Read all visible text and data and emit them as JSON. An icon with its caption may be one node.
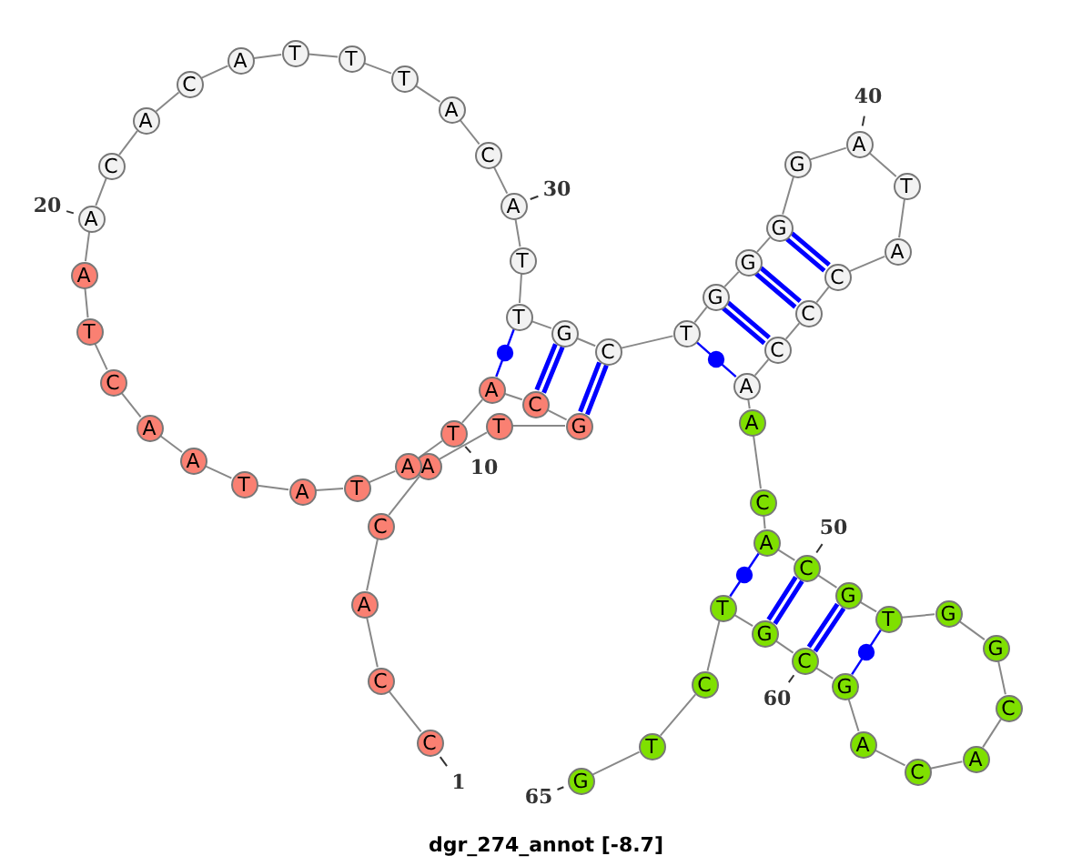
{
  "diagram": {
    "title": "dgr_274_annot [-8.7]",
    "nodes": [
      {
        "text": [
          "C"
        ],
        "beside": [
          "1"
        ]
      },
      {
        "text": [
          "C"
        ]
      },
      {
        "text": [
          "A"
        ]
      },
      {
        "text": [
          "C"
        ]
      },
      {
        "text": [
          "A"
        ]
      },
      {
        "text": [
          "T"
        ]
      },
      {
        "text": [
          "G"
        ]
      },
      {
        "text": [
          "C"
        ]
      },
      {
        "text": [
          "A"
        ]
      },
      {
        "text": [
          "T"
        ],
        "beside": [
          "10"
        ]
      },
      {
        "text": [
          "A"
        ]
      },
      {
        "text": [
          "T"
        ]
      },
      {
        "text": [
          "A"
        ]
      },
      {
        "text": [
          "T"
        ]
      },
      {
        "text": [
          "A"
        ]
      },
      {
        "text": [
          "A"
        ]
      },
      {
        "text": [
          "C"
        ]
      },
      {
        "text": [
          "T"
        ]
      },
      {
        "text": [
          "A"
        ]
      },
      {
        "text": [
          "A"
        ],
        "beside": [
          "20"
        ]
      },
      {
        "text": [
          "C"
        ]
      },
      {
        "text": [
          "A"
        ]
      },
      {
        "text": [
          "C"
        ]
      },
      {
        "text": [
          "A"
        ]
      },
      {
        "text": [
          "T"
        ]
      },
      {
        "text": [
          "T"
        ]
      },
      {
        "text": [
          "T"
        ]
      },
      {
        "text": [
          "A"
        ]
      },
      {
        "text": [
          "C"
        ]
      },
      {
        "text": [
          "A"
        ],
        "beside": [
          "30"
        ]
      },
      {
        "text": [
          "T"
        ]
      },
      {
        "text": [
          "T"
        ]
      },
      {
        "text": [
          "G"
        ]
      },
      {
        "text": [
          "C"
        ]
      },
      {
        "text": [
          "T"
        ]
      },
      {
        "text": [
          "G"
        ]
      },
      {
        "text": [
          "G"
        ]
      },
      {
        "text": [
          "G"
        ]
      },
      {
        "text": [
          "G"
        ]
      },
      {
        "text": [
          "A"
        ],
        "beside": [
          "40"
        ]
      },
      {
        "text": [
          "T"
        ]
      },
      {
        "text": [
          "A"
        ]
      },
      {
        "text": [
          "C"
        ]
      },
      {
        "text": [
          "C"
        ]
      },
      {
        "text": [
          "C"
        ]
      },
      {
        "text": [
          "A"
        ]
      },
      {
        "text": [
          "A"
        ]
      },
      {
        "text": [
          "C"
        ]
      },
      {
        "text": [
          "A"
        ]
      },
      {
        "text": [
          "C"
        ],
        "beside": [
          "50"
        ]
      },
      {
        "text": [
          "G"
        ]
      },
      {
        "text": [
          "T"
        ]
      },
      {
        "text": [
          "G"
        ]
      },
      {
        "text": [
          "G"
        ]
      },
      {
        "text": [
          "C"
        ]
      },
      {
        "text": [
          "A"
        ]
      },
      {
        "text": [
          "C"
        ]
      },
      {
        "text": [
          "A"
        ]
      },
      {
        "text": [
          "G"
        ]
      },
      {
        "text": [
          "C"
        ],
        "beside": [
          "60"
        ]
      },
      {
        "text": [
          "G"
        ]
      },
      {
        "text": [
          "T"
        ]
      },
      {
        "text": [
          "C"
        ]
      },
      {
        "text": [
          "T"
        ]
      },
      {
        "text": [
          "G"
        ],
        "beside": [
          "65"
        ]
      }
    ],
    "edges": [
      {
        "from": 0,
        "to": 1,
        "arrow": "none"
      },
      {
        "from": 1,
        "to": 2,
        "arrow": "none"
      },
      {
        "from": 2,
        "to": 3,
        "arrow": "none"
      },
      {
        "from": 3,
        "to": 4,
        "arrow": "none"
      },
      {
        "from": 4,
        "to": 5,
        "arrow": "none"
      },
      {
        "from": 5,
        "to": 6,
        "arrow": "none"
      },
      {
        "from": 6,
        "to": 7,
        "arrow": "none"
      },
      {
        "from": 7,
        "to": 8,
        "arrow": "none"
      },
      {
        "from": 8,
        "to": 9,
        "arrow": "none"
      },
      {
        "from": 9,
        "to": 10,
        "arrow": "none"
      },
      {
        "from": 10,
        "to": 11,
        "arrow": "none"
      },
      {
        "from": 11,
        "to": 12,
        "arrow": "none"
      },
      {
        "from": 12,
        "to": 13,
        "arrow": "none"
      },
      {
        "from": 13,
        "to": 14,
        "arrow": "none"
      },
      {
        "from": 14,
        "to": 15,
        "arrow": "none"
      },
      {
        "from": 15,
        "to": 16,
        "arrow": "none"
      },
      {
        "from": 16,
        "to": 17,
        "arrow": "none"
      },
      {
        "from": 17,
        "to": 18,
        "arrow": "none"
      },
      {
        "from": 18,
        "to": 19,
        "arrow": "none"
      },
      {
        "from": 19,
        "to": 20,
        "arrow": "none"
      },
      {
        "from": 20,
        "to": 21,
        "arrow": "none"
      },
      {
        "from": 21,
        "to": 22,
        "arrow": "none"
      },
      {
        "from": 22,
        "to": 23,
        "arrow": "none"
      },
      {
        "from": 23,
        "to": 24,
        "arrow": "none"
      },
      {
        "from": 24,
        "to": 25,
        "arrow": "none"
      },
      {
        "from": 25,
        "to": 26,
        "arrow": "none"
      },
      {
        "from": 26,
        "to": 27,
        "arrow": "none"
      },
      {
        "from": 27,
        "to": 28,
        "arrow": "none"
      },
      {
        "from": 28,
        "to": 29,
        "arrow": "none"
      },
      {
        "from": 29,
        "to": 30,
        "arrow": "none"
      },
      {
        "from": 30,
        "to": 31,
        "arrow": "none"
      },
      {
        "from": 31,
        "to": 32,
        "arrow": "none"
      },
      {
        "from": 32,
        "to": 33,
        "arrow": "none"
      },
      {
        "from": 33,
        "to": 34,
        "arrow": "none"
      },
      {
        "from": 34,
        "to": 35,
        "arrow": "none"
      },
      {
        "from": 35,
        "to": 36,
        "arrow": "none"
      },
      {
        "from": 36,
        "to": 37,
        "arrow": "none"
      },
      {
        "from": 37,
        "to": 38,
        "arrow": "none"
      },
      {
        "from": 38,
        "to": 39,
        "arrow": "none"
      },
      {
        "from": 39,
        "to": 40,
        "arrow": "none"
      },
      {
        "from": 40,
        "to": 41,
        "arrow": "none"
      },
      {
        "from": 41,
        "to": 42,
        "arrow": "none"
      },
      {
        "from": 42,
        "to": 43,
        "arrow": "none"
      },
      {
        "from": 43,
        "to": 44,
        "arrow": "none"
      },
      {
        "from": 44,
        "to": 45,
        "arrow": "none"
      },
      {
        "from": 45,
        "to": 46,
        "arrow": "none"
      },
      {
        "from": 46,
        "to": 47,
        "arrow": "none"
      },
      {
        "from": 47,
        "to": 48,
        "arrow": "none"
      },
      {
        "from": 48,
        "to": 49,
        "arrow": "none"
      },
      {
        "from": 49,
        "to": 50,
        "arrow": "none"
      },
      {
        "from": 50,
        "to": 51,
        "arrow": "none"
      },
      {
        "from": 51,
        "to": 52,
        "arrow": "none"
      },
      {
        "from": 52,
        "to": 53,
        "arrow": "none"
      },
      {
        "from": 53,
        "to": 54,
        "arrow": "none"
      },
      {
        "from": 54,
        "to": 55,
        "arrow": "none"
      },
      {
        "from": 55,
        "to": 56,
        "arrow": "none"
      },
      {
        "from": 56,
        "to": 57,
        "arrow": "none"
      },
      {
        "from": 57,
        "to": 58,
        "arrow": "none"
      },
      {
        "from": 58,
        "to": 59,
        "arrow": "none"
      },
      {
        "from": 59,
        "to": 60,
        "arrow": "none"
      },
      {
        "from": 60,
        "to": 61,
        "arrow": "none"
      },
      {
        "from": 61,
        "to": 62,
        "arrow": "none"
      },
      {
        "from": 62,
        "to": 63,
        "arrow": "none"
      },
      {
        "from": 63,
        "to": 64,
        "arrow": "none"
      },
      {
        "from": 8,
        "to": 31,
        "arrow": "none",
        "color": "#0000ff"
      },
      {
        "from": 7,
        "to": 32,
        "arrow": "none",
        "color": "#0000ff",
        "style": "thick"
      },
      {
        "from": 6,
        "to": 33,
        "arrow": "none",
        "color": "#0000ff",
        "style": "thick"
      },
      {
        "from": 34,
        "to": 45,
        "arrow": "none",
        "color": "#0000ff"
      },
      {
        "from": 35,
        "to": 44,
        "arrow": "none",
        "color": "#0000ff",
        "style": "thick"
      },
      {
        "from": 36,
        "to": 43,
        "arrow": "none",
        "color": "#0000ff",
        "style": "thick"
      },
      {
        "from": 37,
        "to": 42,
        "arrow": "none",
        "color": "#0000ff",
        "style": "thick"
      },
      {
        "from": 48,
        "to": 61,
        "arrow": "none",
        "color": "#0000ff"
      },
      {
        "from": 49,
        "to": 60,
        "arrow": "none",
        "color": "#0000ff",
        "style": "thick"
      },
      {
        "from": 50,
        "to": 59,
        "arrow": "none",
        "color": "#0000ff",
        "style": "thick"
      },
      {
        "from": 51,
        "to": 58,
        "arrow": "none",
        "color": "#0000ff"
      }
    ]
  }
}
